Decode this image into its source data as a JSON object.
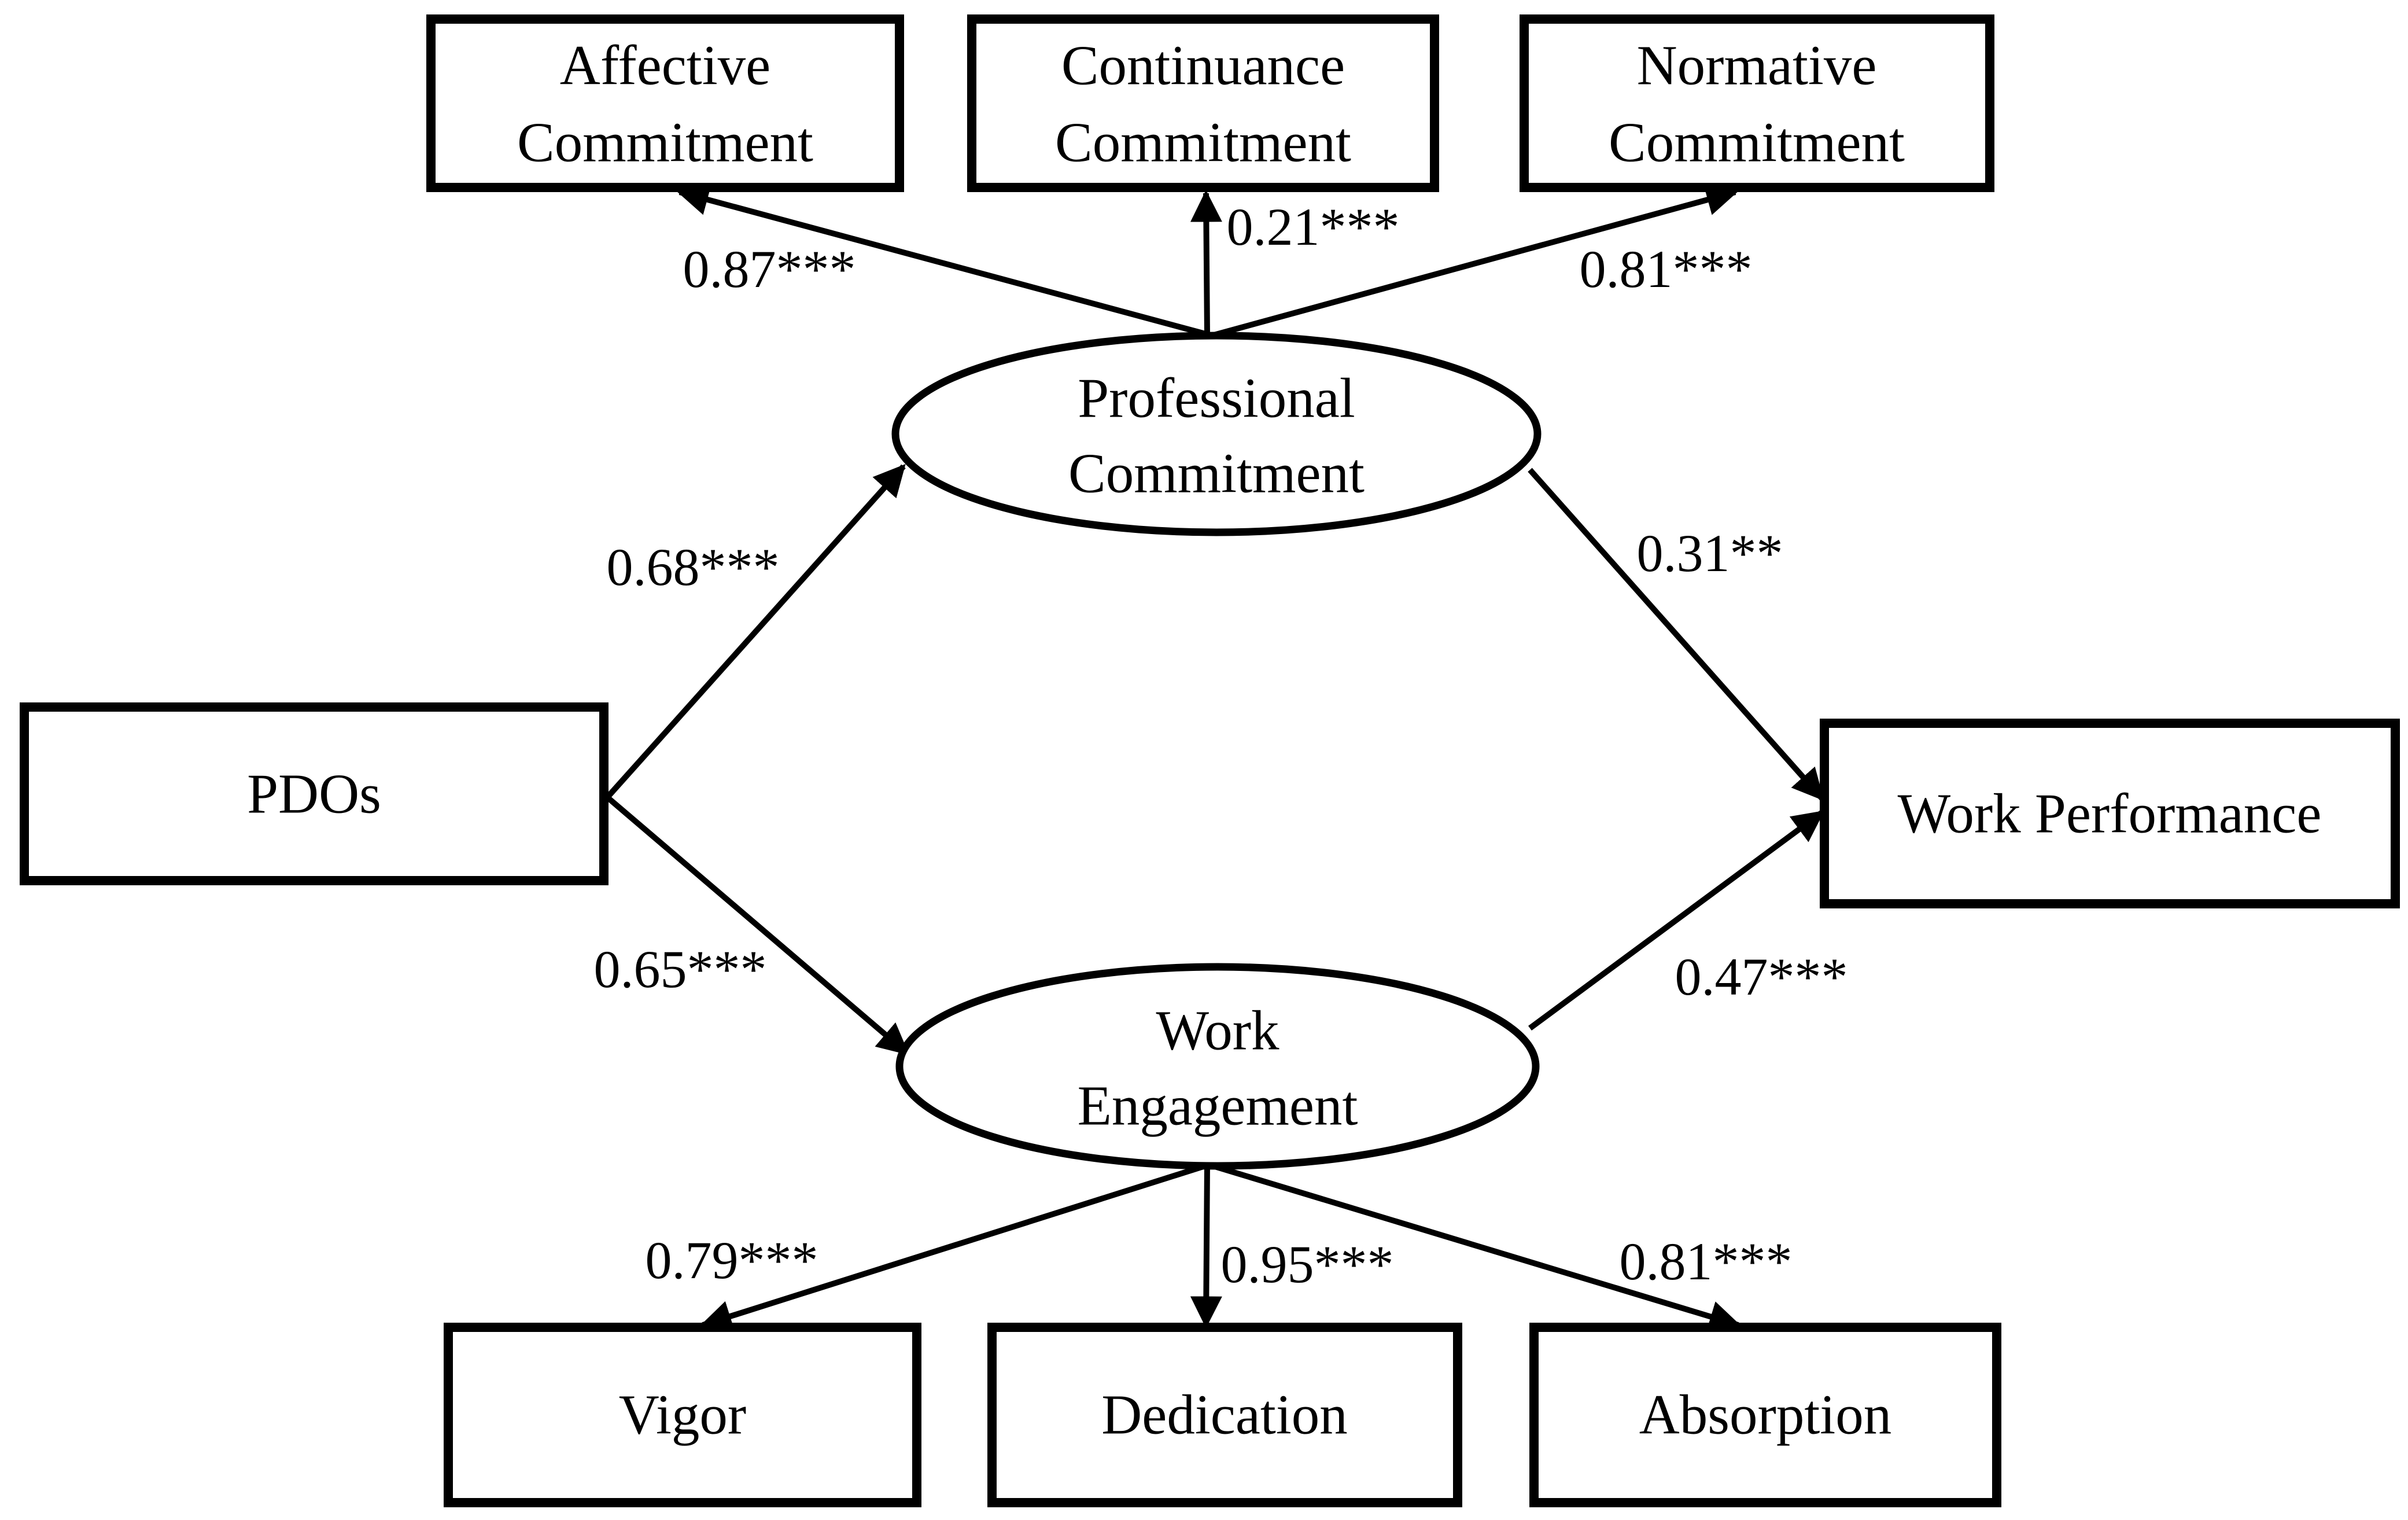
{
  "figure": {
    "type": "structural-path-diagram",
    "background_color": "#ffffff",
    "line_color": "#000000"
  },
  "nodes": {
    "affective": {
      "shape": "rectangle",
      "line1": "Affective",
      "line2": "Commitment"
    },
    "continuance": {
      "shape": "rectangle",
      "line1": "Continuance",
      "line2": "Commitment"
    },
    "normative": {
      "shape": "rectangle",
      "line1": "Normative",
      "line2": "Commitment"
    },
    "professional_commitment": {
      "shape": "ellipse",
      "line1": "Professional",
      "line2": "Commitment"
    },
    "work_engagement": {
      "shape": "ellipse",
      "line1": "Work",
      "line2": "Engagement"
    },
    "pdos": {
      "shape": "rectangle",
      "label": "PDOs"
    },
    "work_performance": {
      "shape": "rectangle",
      "label": "Work Performance"
    },
    "vigor": {
      "shape": "rectangle",
      "label": "Vigor"
    },
    "dedication": {
      "shape": "rectangle",
      "label": "Dedication"
    },
    "absorption": {
      "shape": "rectangle",
      "label": "Absorption"
    }
  },
  "paths": {
    "pc_to_affective": {
      "from": "professional_commitment",
      "to": "affective",
      "coefficient": "0.87***"
    },
    "pc_to_continuance": {
      "from": "professional_commitment",
      "to": "continuance",
      "coefficient": "0.21***"
    },
    "pc_to_normative": {
      "from": "professional_commitment",
      "to": "normative",
      "coefficient": "0.81***"
    },
    "pdos_to_pc": {
      "from": "pdos",
      "to": "professional_commitment",
      "coefficient": "0.68***"
    },
    "pdos_to_we": {
      "from": "pdos",
      "to": "work_engagement",
      "coefficient": "0.65***"
    },
    "pc_to_wp": {
      "from": "professional_commitment",
      "to": "work_performance",
      "coefficient": "0.31**"
    },
    "we_to_wp": {
      "from": "work_engagement",
      "to": "work_performance",
      "coefficient": "0.47***"
    },
    "we_to_vigor": {
      "from": "work_engagement",
      "to": "vigor",
      "coefficient": "0.79***"
    },
    "we_to_dedication": {
      "from": "work_engagement",
      "to": "dedication",
      "coefficient": "0.95***"
    },
    "we_to_absorption": {
      "from": "work_engagement",
      "to": "absorption",
      "coefficient": "0.81***"
    }
  }
}
